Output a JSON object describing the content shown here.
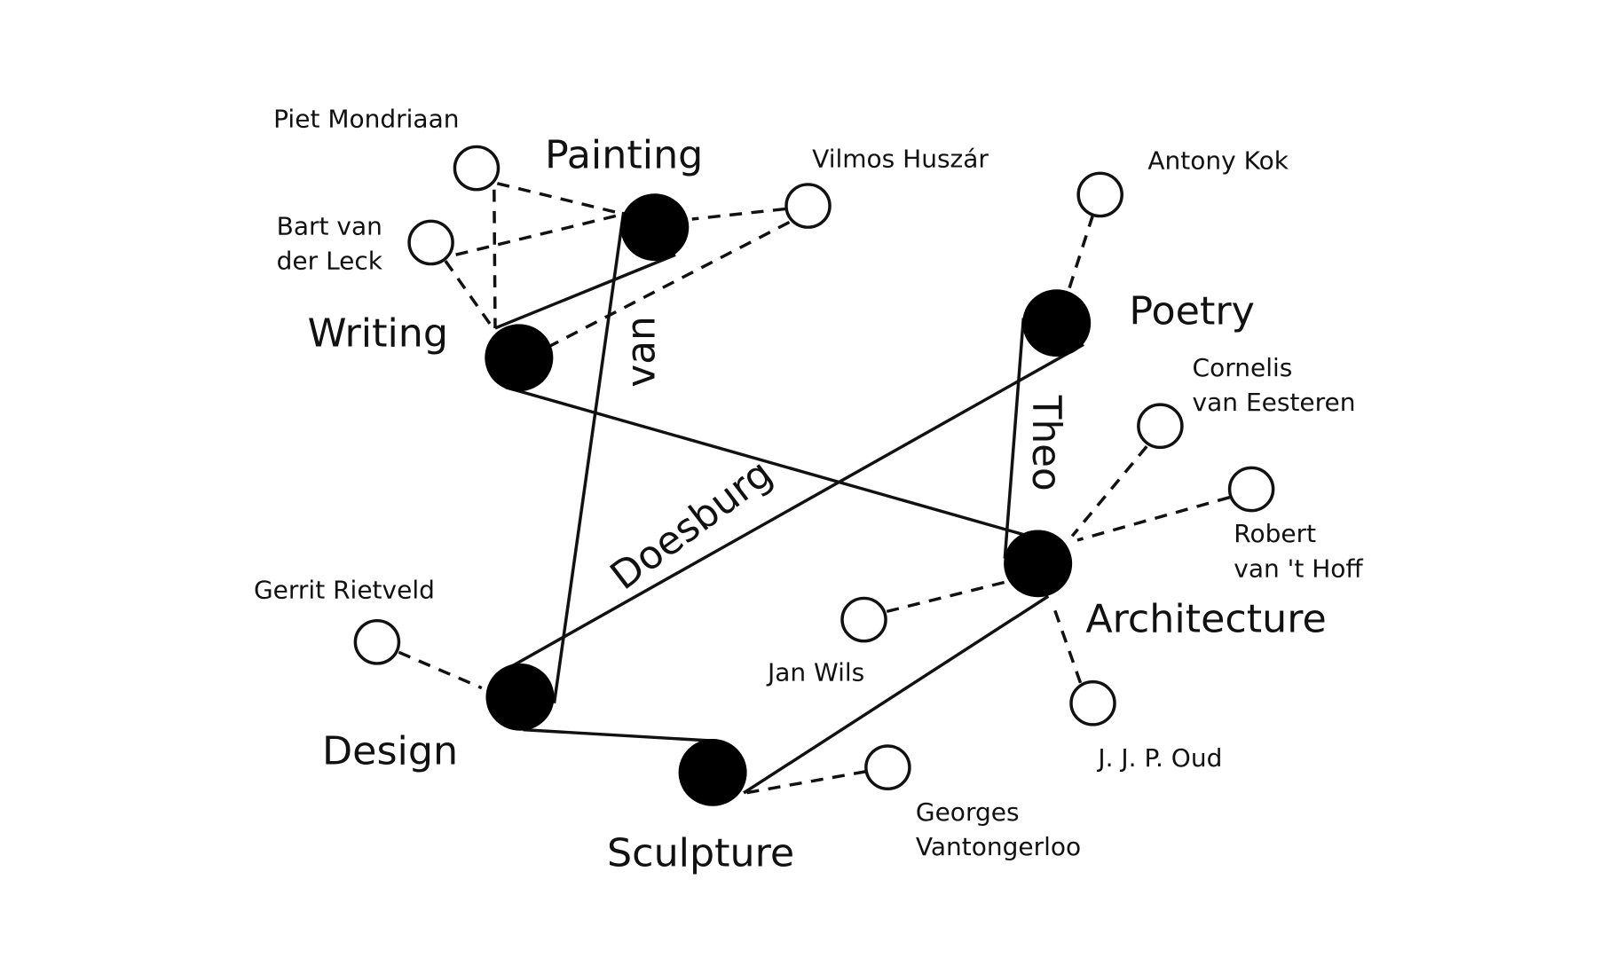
{
  "disciplines": {
    "painting": "Painting",
    "writing": "Writing",
    "poetry": "Poetry",
    "architecture": "Architecture",
    "design": "Design",
    "sculpture": "Sculpture"
  },
  "name_parts": {
    "van": "van",
    "theo": "Theo",
    "doesburg": "Doesburg"
  },
  "people": {
    "mondriaan": "Piet Mondriaan",
    "leck_1": "Bart van",
    "leck_2": "der Leck",
    "huszar": "Vilmos Huszár",
    "kok": "Antony Kok",
    "eesteren_1": "Cornelis",
    "eesteren_2": "van Eesteren",
    "hoff_1": "Robert",
    "hoff_2": "van 't Hoff",
    "wils": "Jan Wils",
    "oud": "J. J. P. Oud",
    "rietveld": "Gerrit Rietveld",
    "vantongerloo_1": "Georges",
    "vantongerloo_2": "Vantongerloo"
  }
}
